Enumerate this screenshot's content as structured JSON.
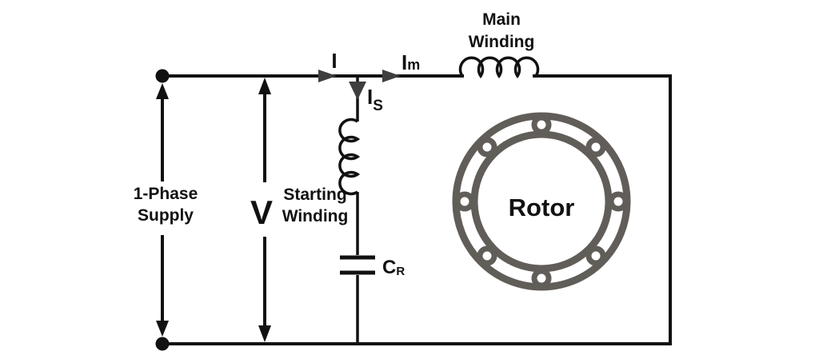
{
  "diagram": {
    "kind": "circuit-diagram",
    "labels": {
      "supply_line1": "1-Phase",
      "supply_line2": "Supply",
      "voltage": "V",
      "current_total": "I",
      "current_main_base": "I",
      "current_main_sub": "m",
      "current_start_base": "I",
      "current_start_sub": "S",
      "main_winding_line1": "Main",
      "main_winding_line2": "Winding",
      "starting_winding_line1": "Starting",
      "starting_winding_line2": "Winding",
      "capacitor_base": "C",
      "capacitor_sub": "R",
      "rotor": "Rotor"
    },
    "colors": {
      "background": "#ffffff",
      "wire": "#111111",
      "arrowhead": "#3e3e3e",
      "rotor_gray": "#615d59",
      "text": "#111111"
    }
  }
}
